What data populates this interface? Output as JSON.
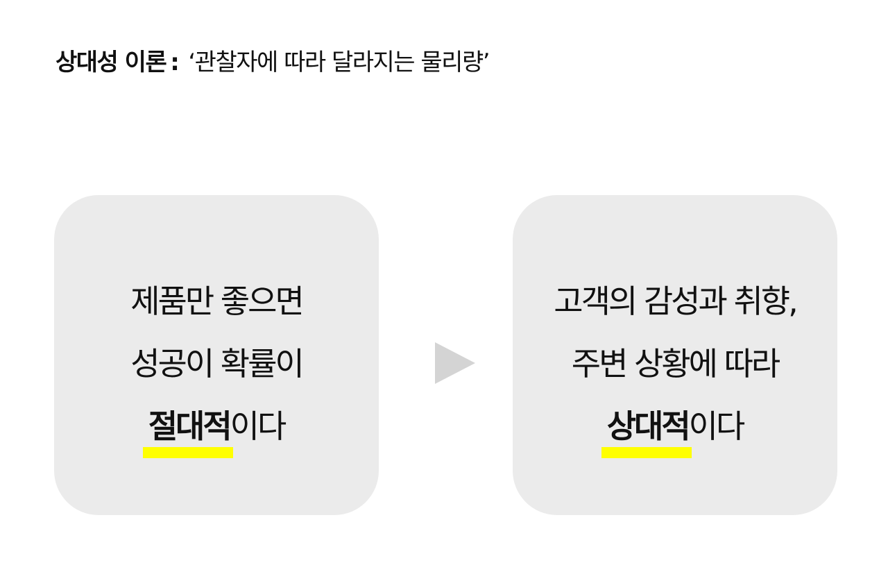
{
  "title": {
    "term": "상대성 이론",
    "separator": ":",
    "description": "‘관찰자에 따라 달라지는 물리량’"
  },
  "cards": [
    {
      "lines": [
        "제품만 좋으면",
        "성공이 확률이"
      ],
      "emphasis": "절대적",
      "suffix": "이다"
    },
    {
      "lines": [
        "고객의 감성과 취향,",
        "주변 상황에 따라"
      ],
      "emphasis": "상대적",
      "suffix": "이다"
    }
  ],
  "colors": {
    "card_background": "#ebebeb",
    "highlight": "#ffff00",
    "arrow": "#d4d4d4",
    "text": "#111111"
  },
  "icons": {
    "arrow": "play-triangle-right-icon"
  }
}
